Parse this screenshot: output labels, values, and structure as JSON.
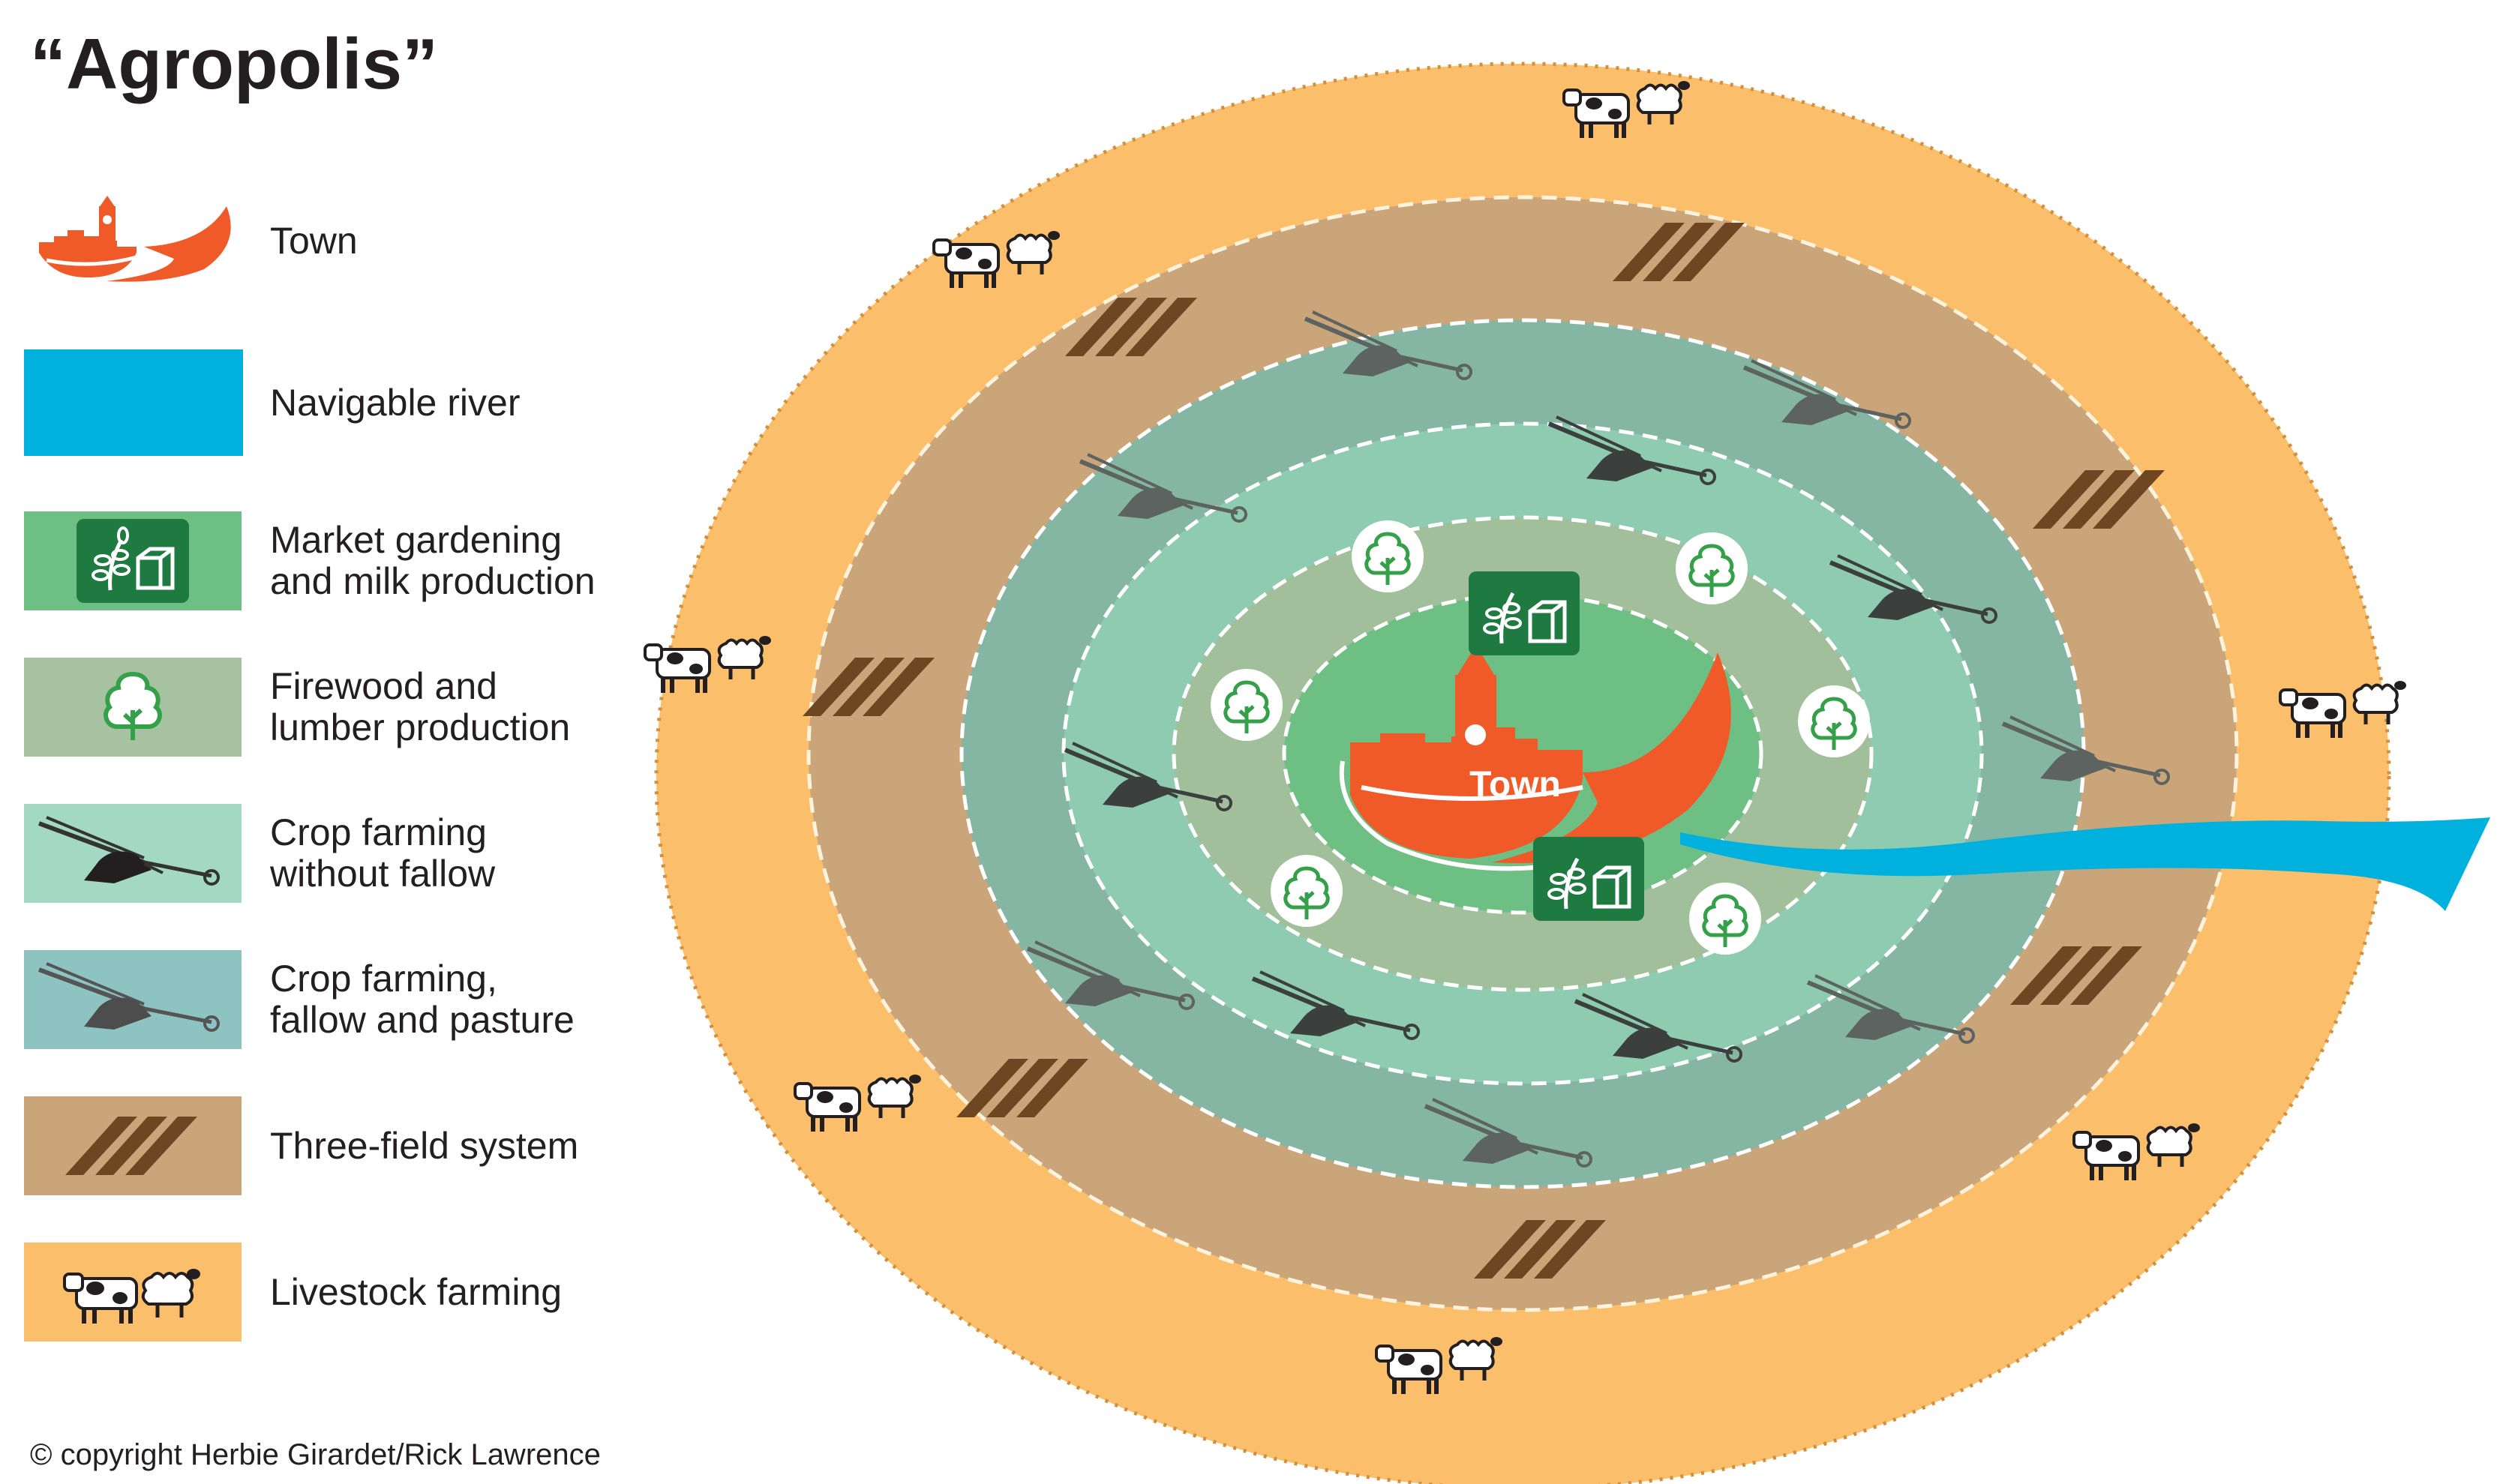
{
  "title": "“Agropolis”",
  "copyright": "© copyright Herbie Girardet/Rick Lawrence",
  "map": {
    "town_label": "Town"
  },
  "legend": [
    {
      "id": "town",
      "lines": [
        "Town"
      ],
      "color": "#f05a28"
    },
    {
      "id": "river",
      "lines": [
        "Navigable river"
      ],
      "color": "#00b1dd"
    },
    {
      "id": "market",
      "lines": [
        "Market gardening",
        "and milk production"
      ],
      "color": "#6dbf83"
    },
    {
      "id": "firewood",
      "lines": [
        "Firewood and",
        "lumber production"
      ],
      "color": "#a7c2a0"
    },
    {
      "id": "crop",
      "lines": [
        "Crop farming",
        "without fallow"
      ],
      "color": "#a3d8c2"
    },
    {
      "id": "pasture",
      "lines": [
        "Crop farming,",
        "fallow and pasture"
      ],
      "color": "#8dc4c2"
    },
    {
      "id": "threefield",
      "lines": [
        "Three-field system"
      ],
      "color": "#caa57a"
    },
    {
      "id": "livestock",
      "lines": [
        "Livestock farming"
      ],
      "color": "#fbbf6b"
    }
  ],
  "colors": {
    "ring_livestock": "#fbbf6b",
    "ring_threefield": "#caa57a",
    "ring_pasture": "#85b5a3",
    "ring_crop": "#8ecbb0",
    "ring_firewood": "#a2bf9b",
    "ring_market": "#6dbf83",
    "town": "#f05a28",
    "river": "#00b1dd",
    "badge": "#1e7a40"
  }
}
